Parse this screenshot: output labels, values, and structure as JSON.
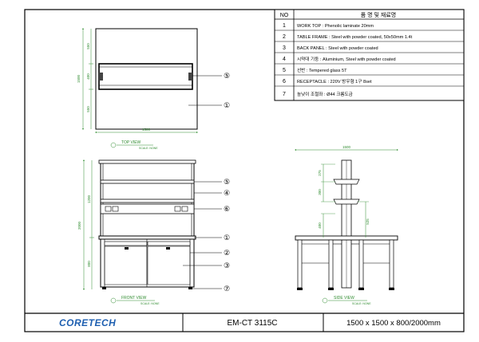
{
  "parts_table": {
    "header": {
      "no": "NO",
      "name": "품 명 및 재료명"
    },
    "rows": [
      {
        "no": "1",
        "desc": "WORK TOP : Phenolic laminate 20mm"
      },
      {
        "no": "2",
        "desc": "TABLE FRAME : Steel with powder coated, 50x50mm 1.4t"
      },
      {
        "no": "3",
        "desc": "BACK PANEL : Steel with powder coated"
      },
      {
        "no": "4",
        "desc": "시약대 기둥 : Aluminium, Steel with powder coated"
      },
      {
        "no": "5",
        "desc": "선반 : Tempered glass 5T"
      },
      {
        "no": "6",
        "desc": "RECEPTACLE : 220V 방우형 1구 8set"
      },
      {
        "no": "7",
        "desc": "높낮이 조절좌 : Ø44 크롬도금"
      }
    ]
  },
  "top_view": {
    "caption": "TOP VIEW",
    "caption_sub": "SCALE: NONE",
    "dims": {
      "width": "1500",
      "height": "1500",
      "seg_top": "550",
      "seg_mid": "400",
      "seg_bottom": "550"
    },
    "callouts": [
      "⑤",
      "①"
    ]
  },
  "front_view": {
    "caption": "FRONT VIEW",
    "caption_sub": "SCALE: NONE",
    "dims": {
      "total": "2000",
      "upper": "1200",
      "lower": "800"
    },
    "callouts": [
      "⑤",
      "④",
      "⑥",
      "①",
      "②",
      "③",
      "⑦"
    ]
  },
  "side_view": {
    "caption": "SIDE VIEW",
    "caption_sub": "SCALE: NONE",
    "dims": {
      "width": "1500",
      "d275": "275",
      "d300": "300",
      "d400": "400",
      "d525": "525"
    }
  },
  "title_block": {
    "logo": "CORETECH",
    "model": "EM-CT 3115C",
    "size": "1500 x 1500 x 800/2000mm"
  },
  "colors": {
    "line": "#000000",
    "dim": "#2e8b2e",
    "gray": "#777777"
  }
}
